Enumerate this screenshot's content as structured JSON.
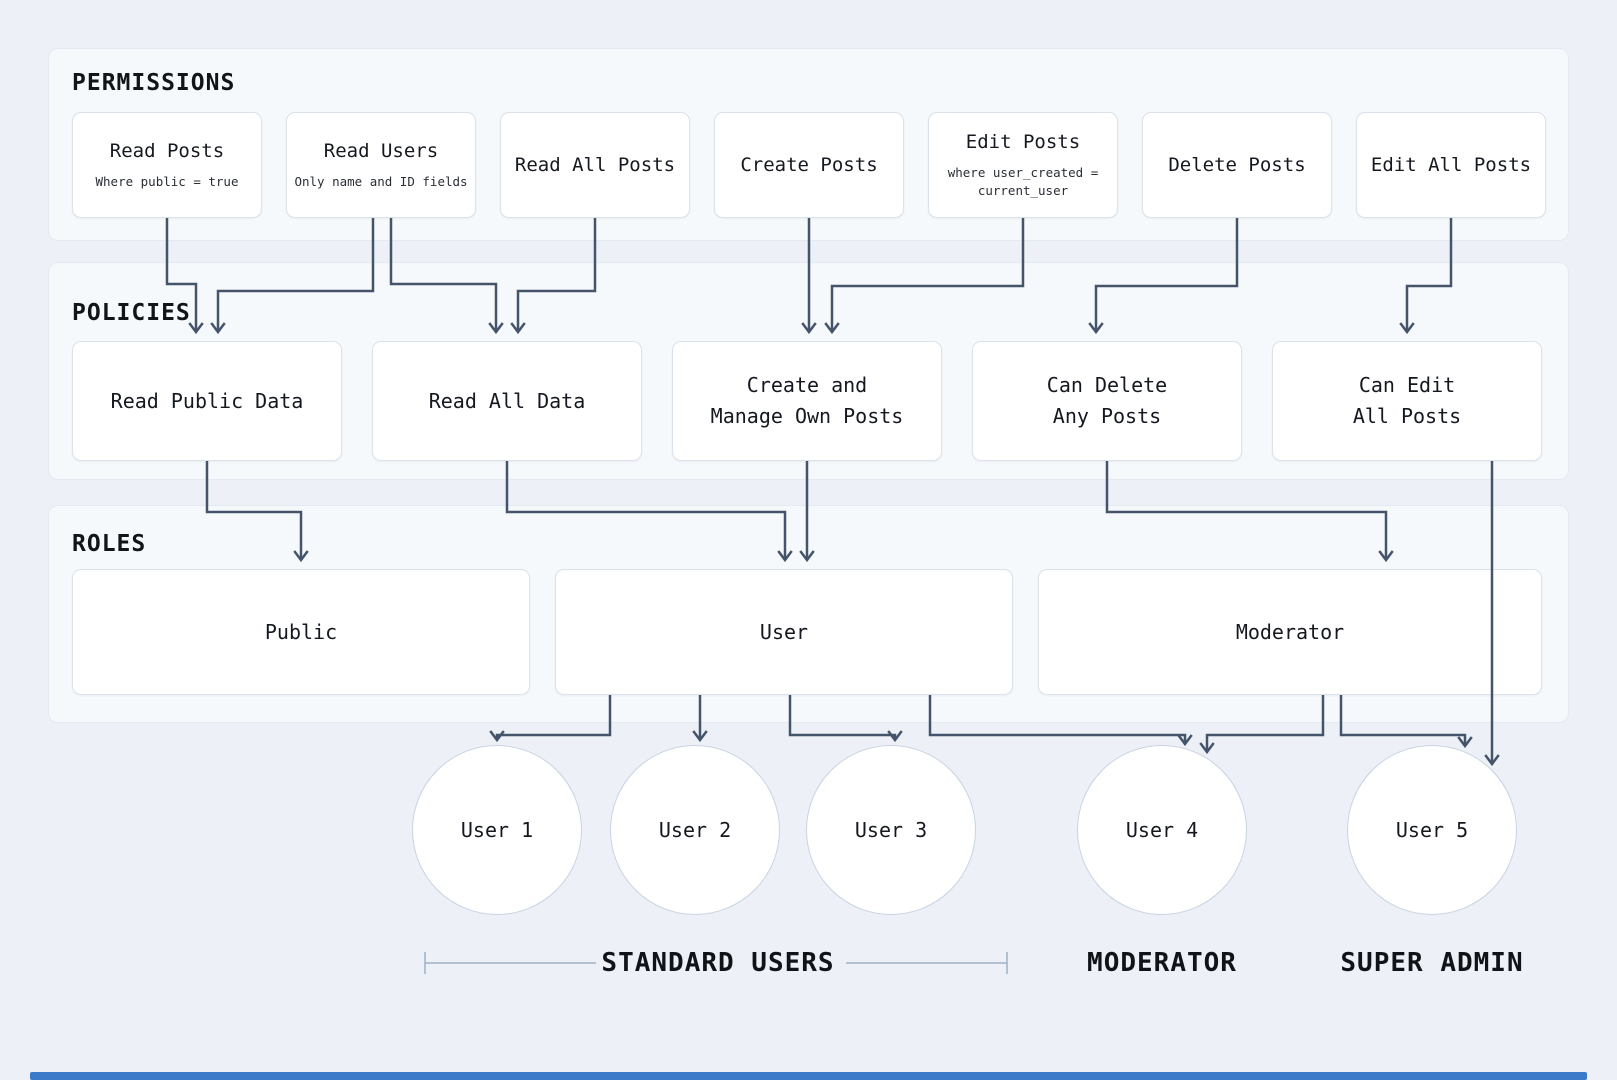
{
  "colors": {
    "arrow": "#44546a",
    "bracket": "#9db0c5",
    "accent_bar": "#3b7ac9"
  },
  "sections": {
    "permissions": {
      "title": "PERMISSIONS",
      "items": [
        {
          "label": "Read Posts",
          "sublabel": "Where public = true"
        },
        {
          "label": "Read Users",
          "sublabel": "Only name and ID fields"
        },
        {
          "label": "Read All Posts",
          "sublabel": ""
        },
        {
          "label": "Create Posts",
          "sublabel": ""
        },
        {
          "label": "Edit Posts",
          "sublabel": "where user_created =\ncurrent_user"
        },
        {
          "label": "Delete Posts",
          "sublabel": ""
        },
        {
          "label": "Edit All Posts",
          "sublabel": ""
        }
      ]
    },
    "policies": {
      "title": "POLICIES",
      "items": [
        {
          "label": "Read Public Data"
        },
        {
          "label": "Read All Data"
        },
        {
          "label": "Create and\nManage Own Posts"
        },
        {
          "label": "Can Delete\nAny Posts"
        },
        {
          "label": "Can Edit\nAll Posts"
        }
      ]
    },
    "roles": {
      "title": "ROLES",
      "items": [
        {
          "label": "Public"
        },
        {
          "label": "User"
        },
        {
          "label": "Moderator"
        }
      ]
    }
  },
  "users": [
    {
      "label": "User 1"
    },
    {
      "label": "User 2"
    },
    {
      "label": "User 3"
    },
    {
      "label": "User 4"
    },
    {
      "label": "User 5"
    }
  ],
  "groups": [
    {
      "label": "STANDARD USERS"
    },
    {
      "label": "MODERATOR"
    },
    {
      "label": "SUPER ADMIN"
    }
  ]
}
